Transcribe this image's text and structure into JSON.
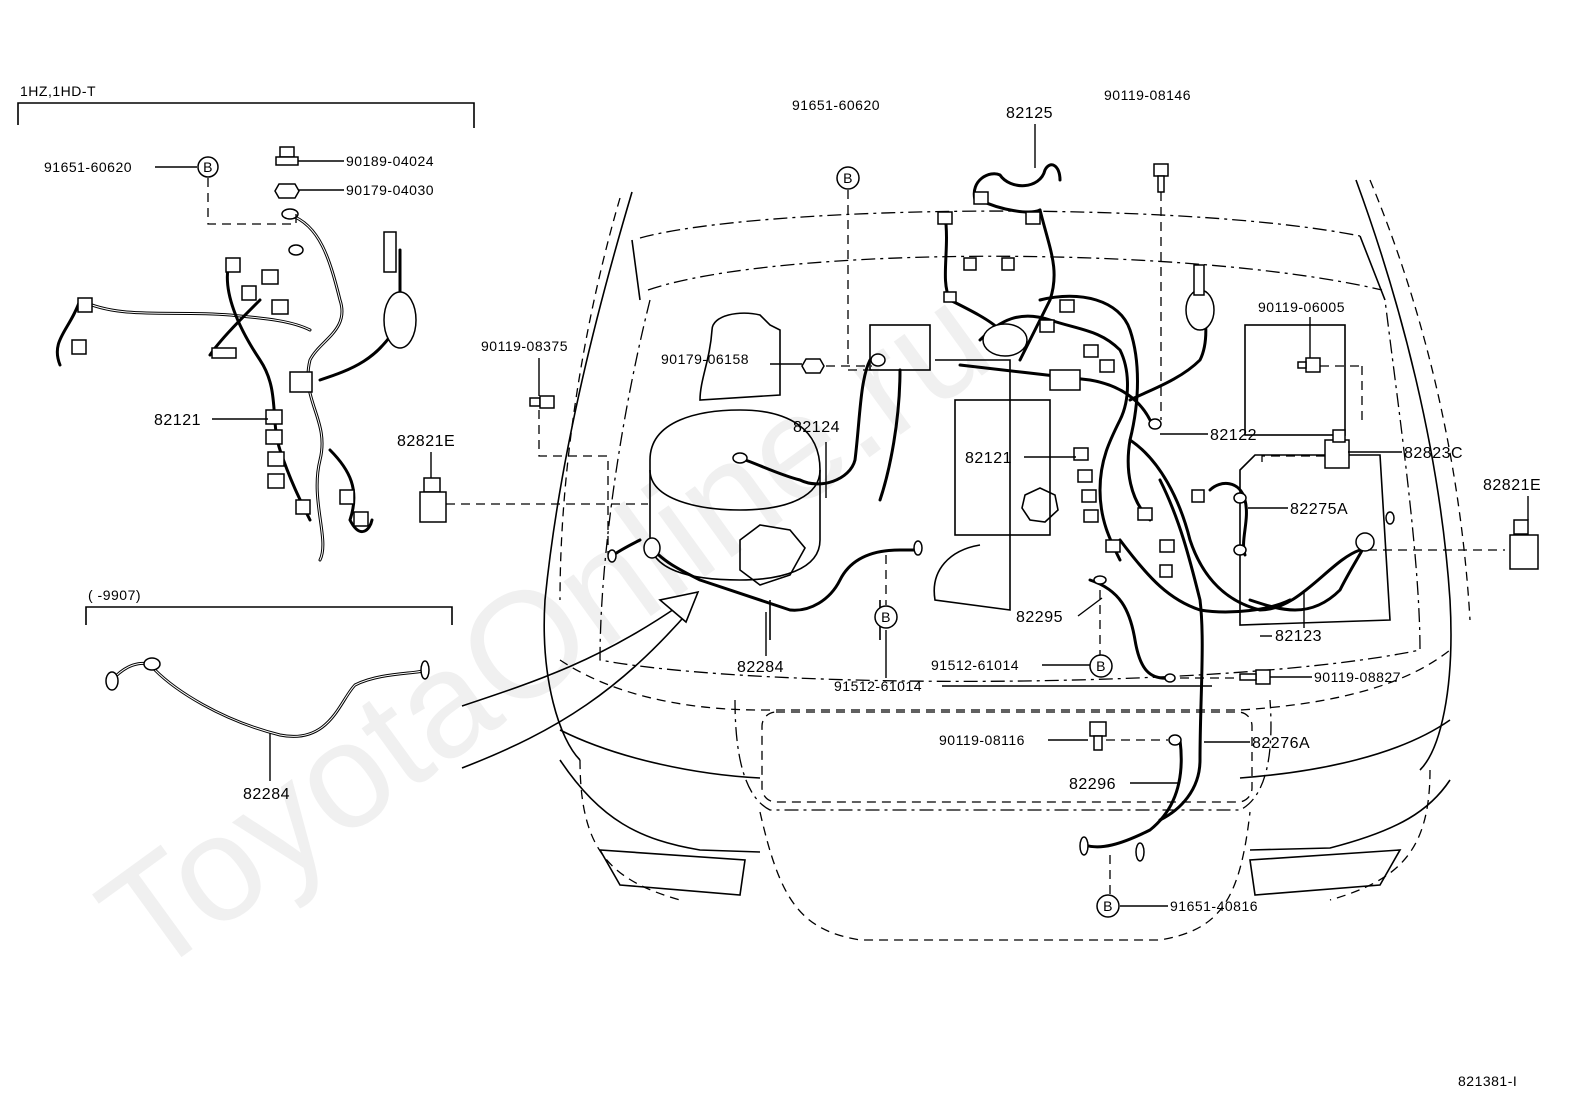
{
  "watermark": "ToyotaOnline.ru",
  "diagram_id": "821381-I",
  "variant_labels": {
    "engine": "1HZ,1HD-T",
    "date_range": "(        -9907)"
  },
  "callout_symbol": "B",
  "parts": {
    "p_91651_60620_left": "91651-60620",
    "p_90189_04024": "90189-04024",
    "p_90179_04030": "90179-04030",
    "p_82121_left": "82121",
    "p_82821E_left": "82821E",
    "p_90119_08375": "90119-08375",
    "p_82284_left": "82284",
    "p_91651_60620_center": "91651-60620",
    "p_82125": "82125",
    "p_90119_08146": "90119-08146",
    "p_90179_06158": "90179-06158",
    "p_82124": "82124",
    "p_82121_center": "82121",
    "p_82122": "82122",
    "p_90119_06005": "90119-06005",
    "p_82823C": "82823C",
    "p_82821E_right": "82821E",
    "p_82275A": "82275A",
    "p_82295": "82295",
    "p_82123": "82123",
    "p_82284_center": "82284",
    "p_91512_61014_a": "91512-61014",
    "p_91512_61014_b": "91512-61014",
    "p_90119_08827": "90119-08827",
    "p_90119_08116": "90119-08116",
    "p_82276A": "82276A",
    "p_82296": "82296",
    "p_91651_40816": "91651-40816"
  }
}
